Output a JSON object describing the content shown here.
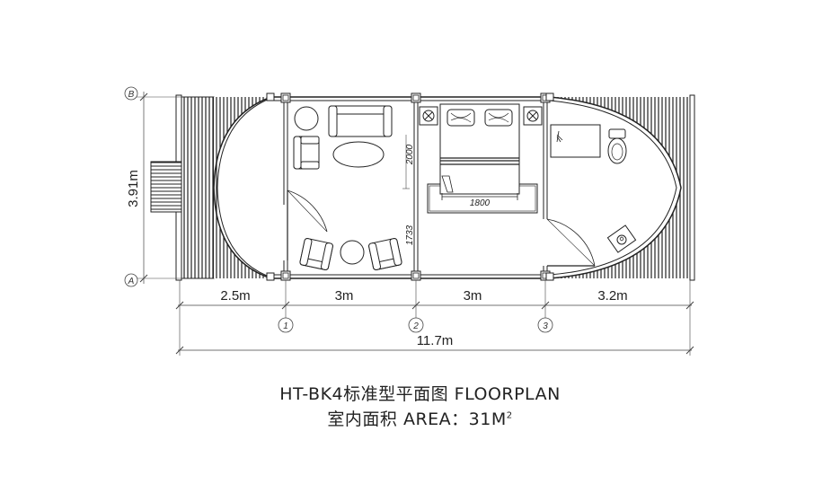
{
  "title_line1": "HT-BK4标准型平面图 FLOORPLAN",
  "title_line2_prefix": "室内面积 AREA：31M",
  "title_line2_sup": "2",
  "dimensions": {
    "height": "3.91m",
    "seg1": "2.5m",
    "seg2": "3m",
    "seg3": "3m",
    "seg4": "3.2m",
    "total": "11.7m"
  },
  "axes": {
    "row_top": "B",
    "row_bottom": "A",
    "col1": "1",
    "col2": "2",
    "col3": "3"
  },
  "room_labels": {
    "bed_width": "1800",
    "bed_length": "2000",
    "wall_length": "1733"
  }
}
